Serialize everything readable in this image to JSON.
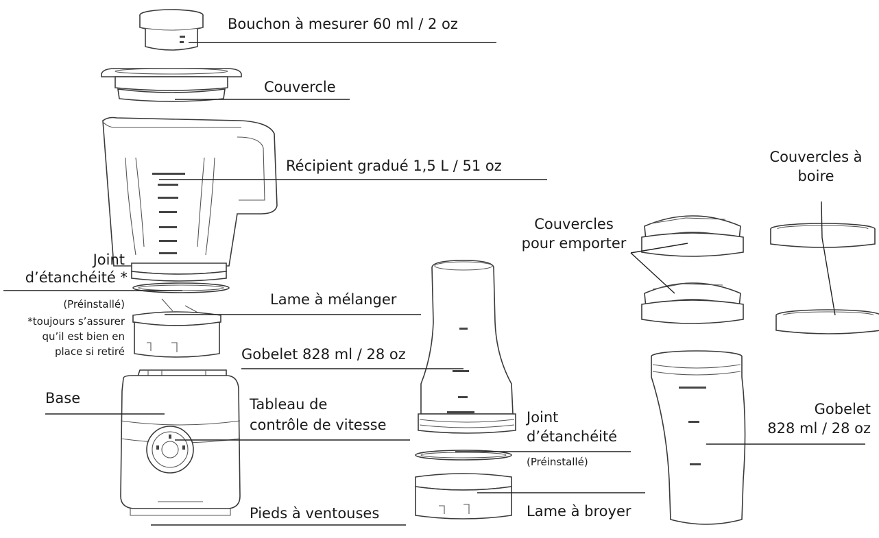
{
  "labels": {
    "measuring_cap": "Bouchon à mesurer 60 ml / 2 oz",
    "lid": "Couvercle",
    "jar": "Récipient gradué 1,5 L / 51 oz",
    "seal_left_1": "Joint",
    "seal_left_2": "d’étanchéité *",
    "preinstalled_left": "(Préinstallé)",
    "note_1": "*toujours s’assurer",
    "note_2": "qu’il est bien en",
    "note_3": "place si retiré",
    "blending_blade": "Lame à mélanger",
    "cup_center": "Gobelet 828 ml / 28 oz",
    "base": "Base",
    "speed_panel_1": "Tableau de",
    "speed_panel_2": "contrôle de vitesse",
    "seal_center_1": "Joint",
    "seal_center_2": "d’étanchéité",
    "preinstalled_center": "(Préinstallé)",
    "suction_feet": "Pieds à ventouses",
    "grinding_blade": "Lame à broyer",
    "travel_lids_1": "Couvercles",
    "travel_lids_2": "pour emporter",
    "drinking_lids_1": "Couvercles à",
    "drinking_lids_2": "boire",
    "cup_right_1": "Gobelet",
    "cup_right_2": "828 ml / 28 oz"
  }
}
